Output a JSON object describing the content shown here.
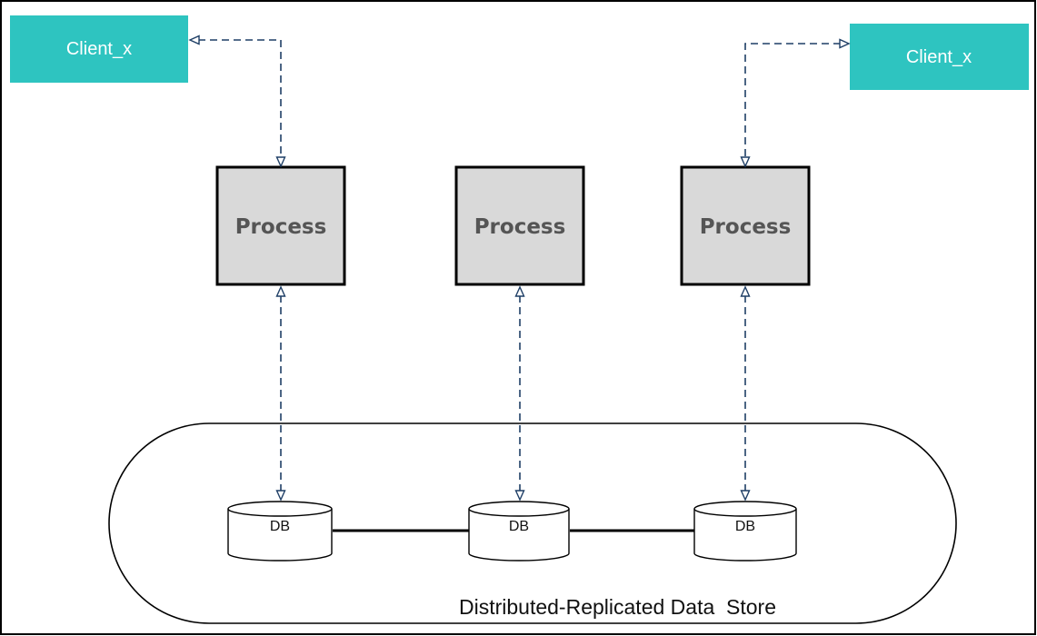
{
  "clients": [
    {
      "label": "Client_x"
    },
    {
      "label": "Client_x"
    }
  ],
  "processes": [
    {
      "label": "Process"
    },
    {
      "label": "Process"
    },
    {
      "label": "Process"
    }
  ],
  "databases": [
    {
      "label": "DB"
    },
    {
      "label": "DB"
    },
    {
      "label": "DB"
    }
  ],
  "data_store": {
    "label": "Distributed-Replicated Data  Store"
  },
  "colors": {
    "client_fill": "#2ec4c0",
    "process_fill": "#d9d9d9",
    "connector": "#1f3f66",
    "frame": "#000000"
  }
}
